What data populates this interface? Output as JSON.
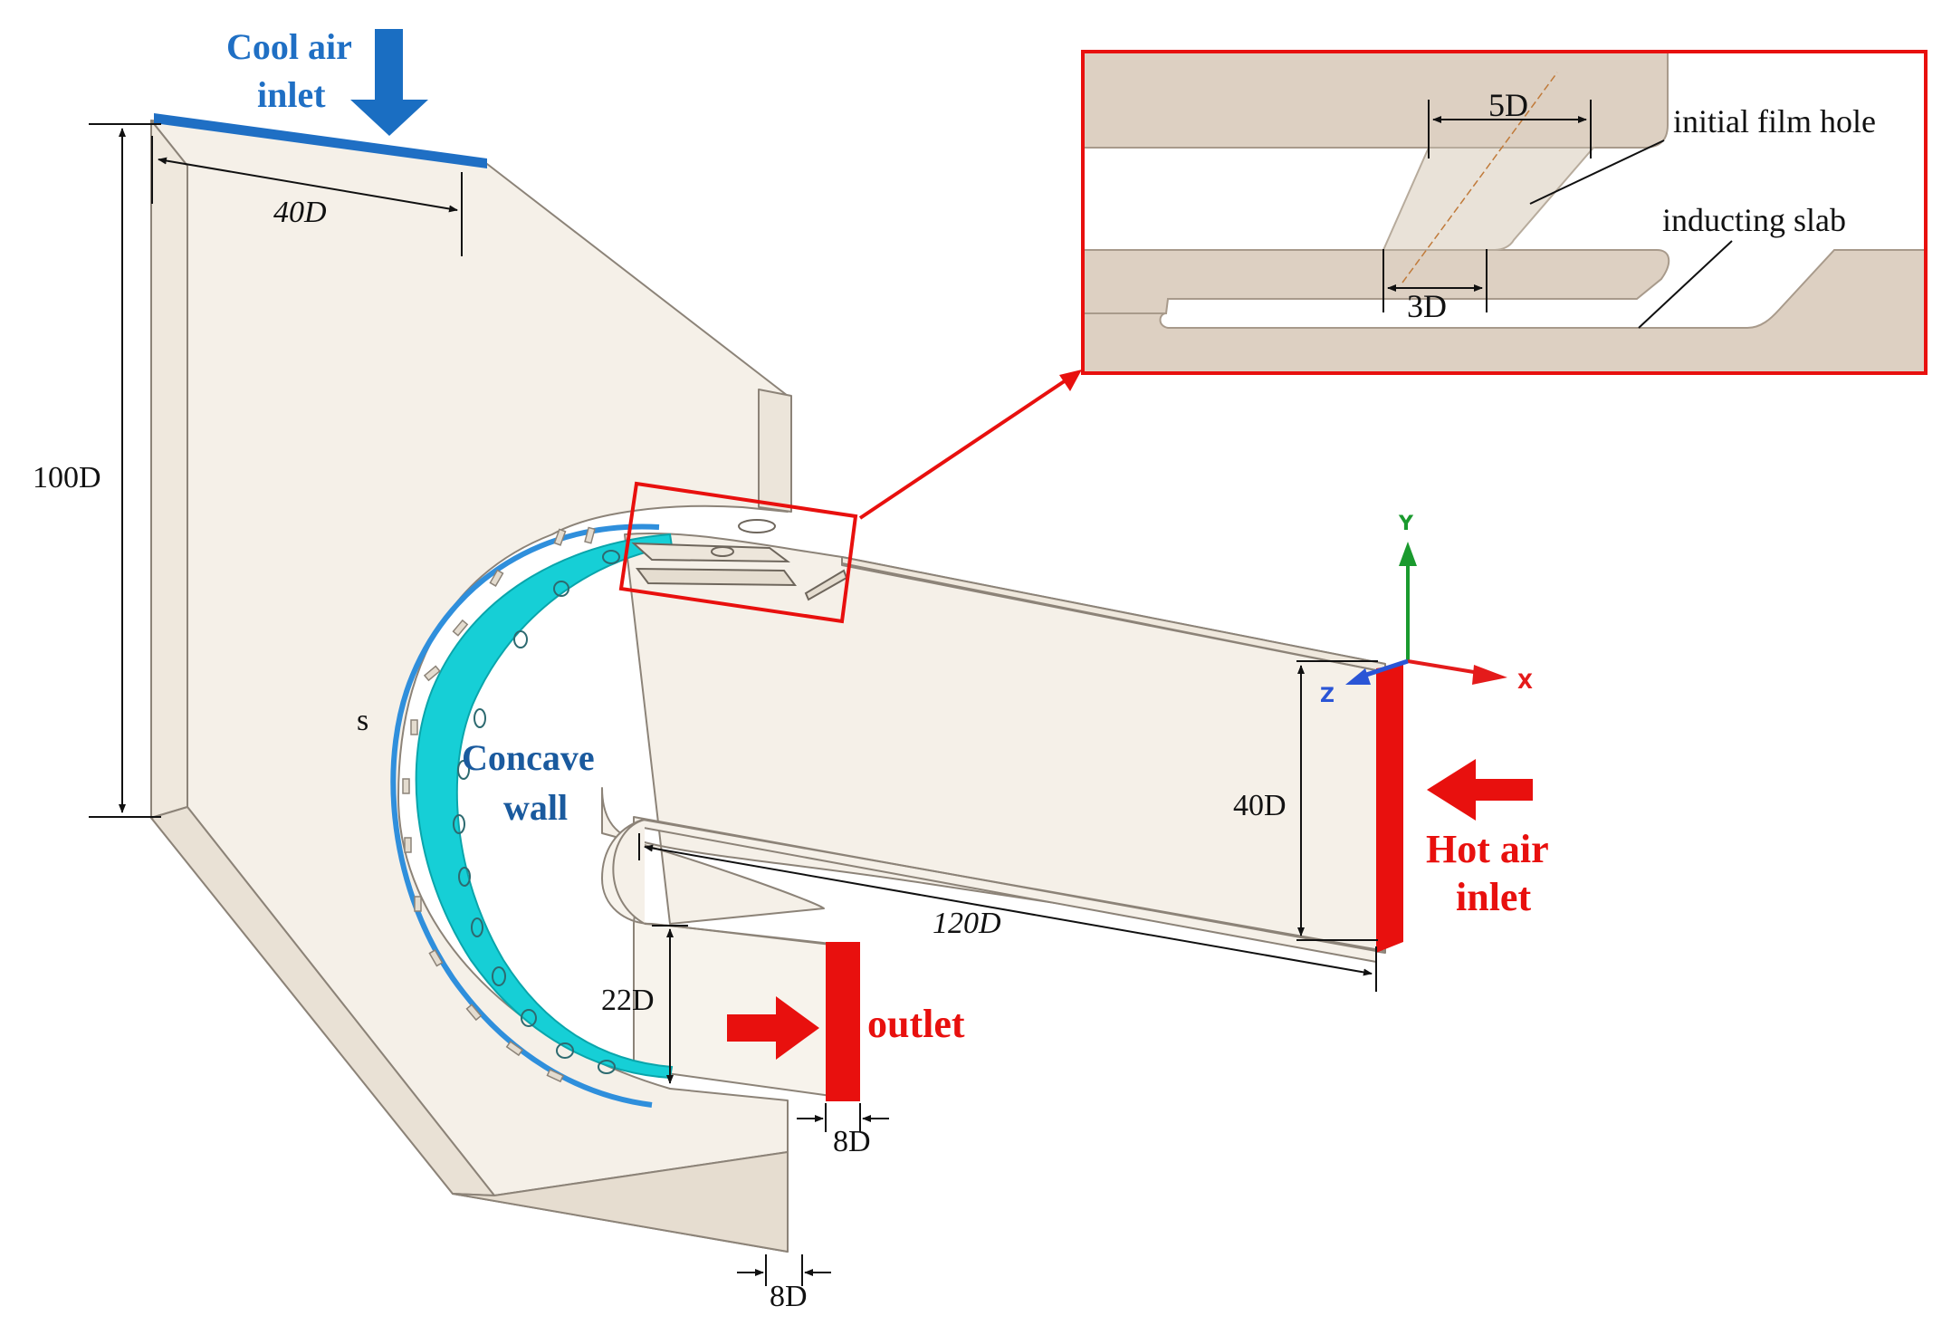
{
  "labels": {
    "cool_air_line1": "Cool air",
    "cool_air_line2": "inlet",
    "hot_air_line1": "Hot air",
    "hot_air_line2": "inlet",
    "outlet": "outlet",
    "concave_line1": "Concave",
    "concave_line2": "wall",
    "s": "s"
  },
  "dimensions": {
    "height_100d": "100D",
    "width_40d_top": "40D",
    "height_40d_right": "40D",
    "length_120d": "120D",
    "gap_22d": "22D",
    "thickness_8d_outlet": "8D",
    "thickness_8d_bottom": "8D"
  },
  "inset": {
    "dim_5d": "5D",
    "dim_3d": "3D",
    "initial_film_hole": "initial film hole",
    "inducting_slab": "inducting slab"
  },
  "axes": {
    "x": "X",
    "y": "Y",
    "z": "Z"
  },
  "colors": {
    "cool_inlet": "#1f6fc4",
    "hot_inlet": "#e8100e",
    "concave_wall": "#16cfd6",
    "body": "#f5f0e8",
    "inset_solid": "#ddd0c2",
    "axis_x": "#e41b1b",
    "axis_y": "#1a9a2e",
    "axis_z": "#2a55d6"
  }
}
